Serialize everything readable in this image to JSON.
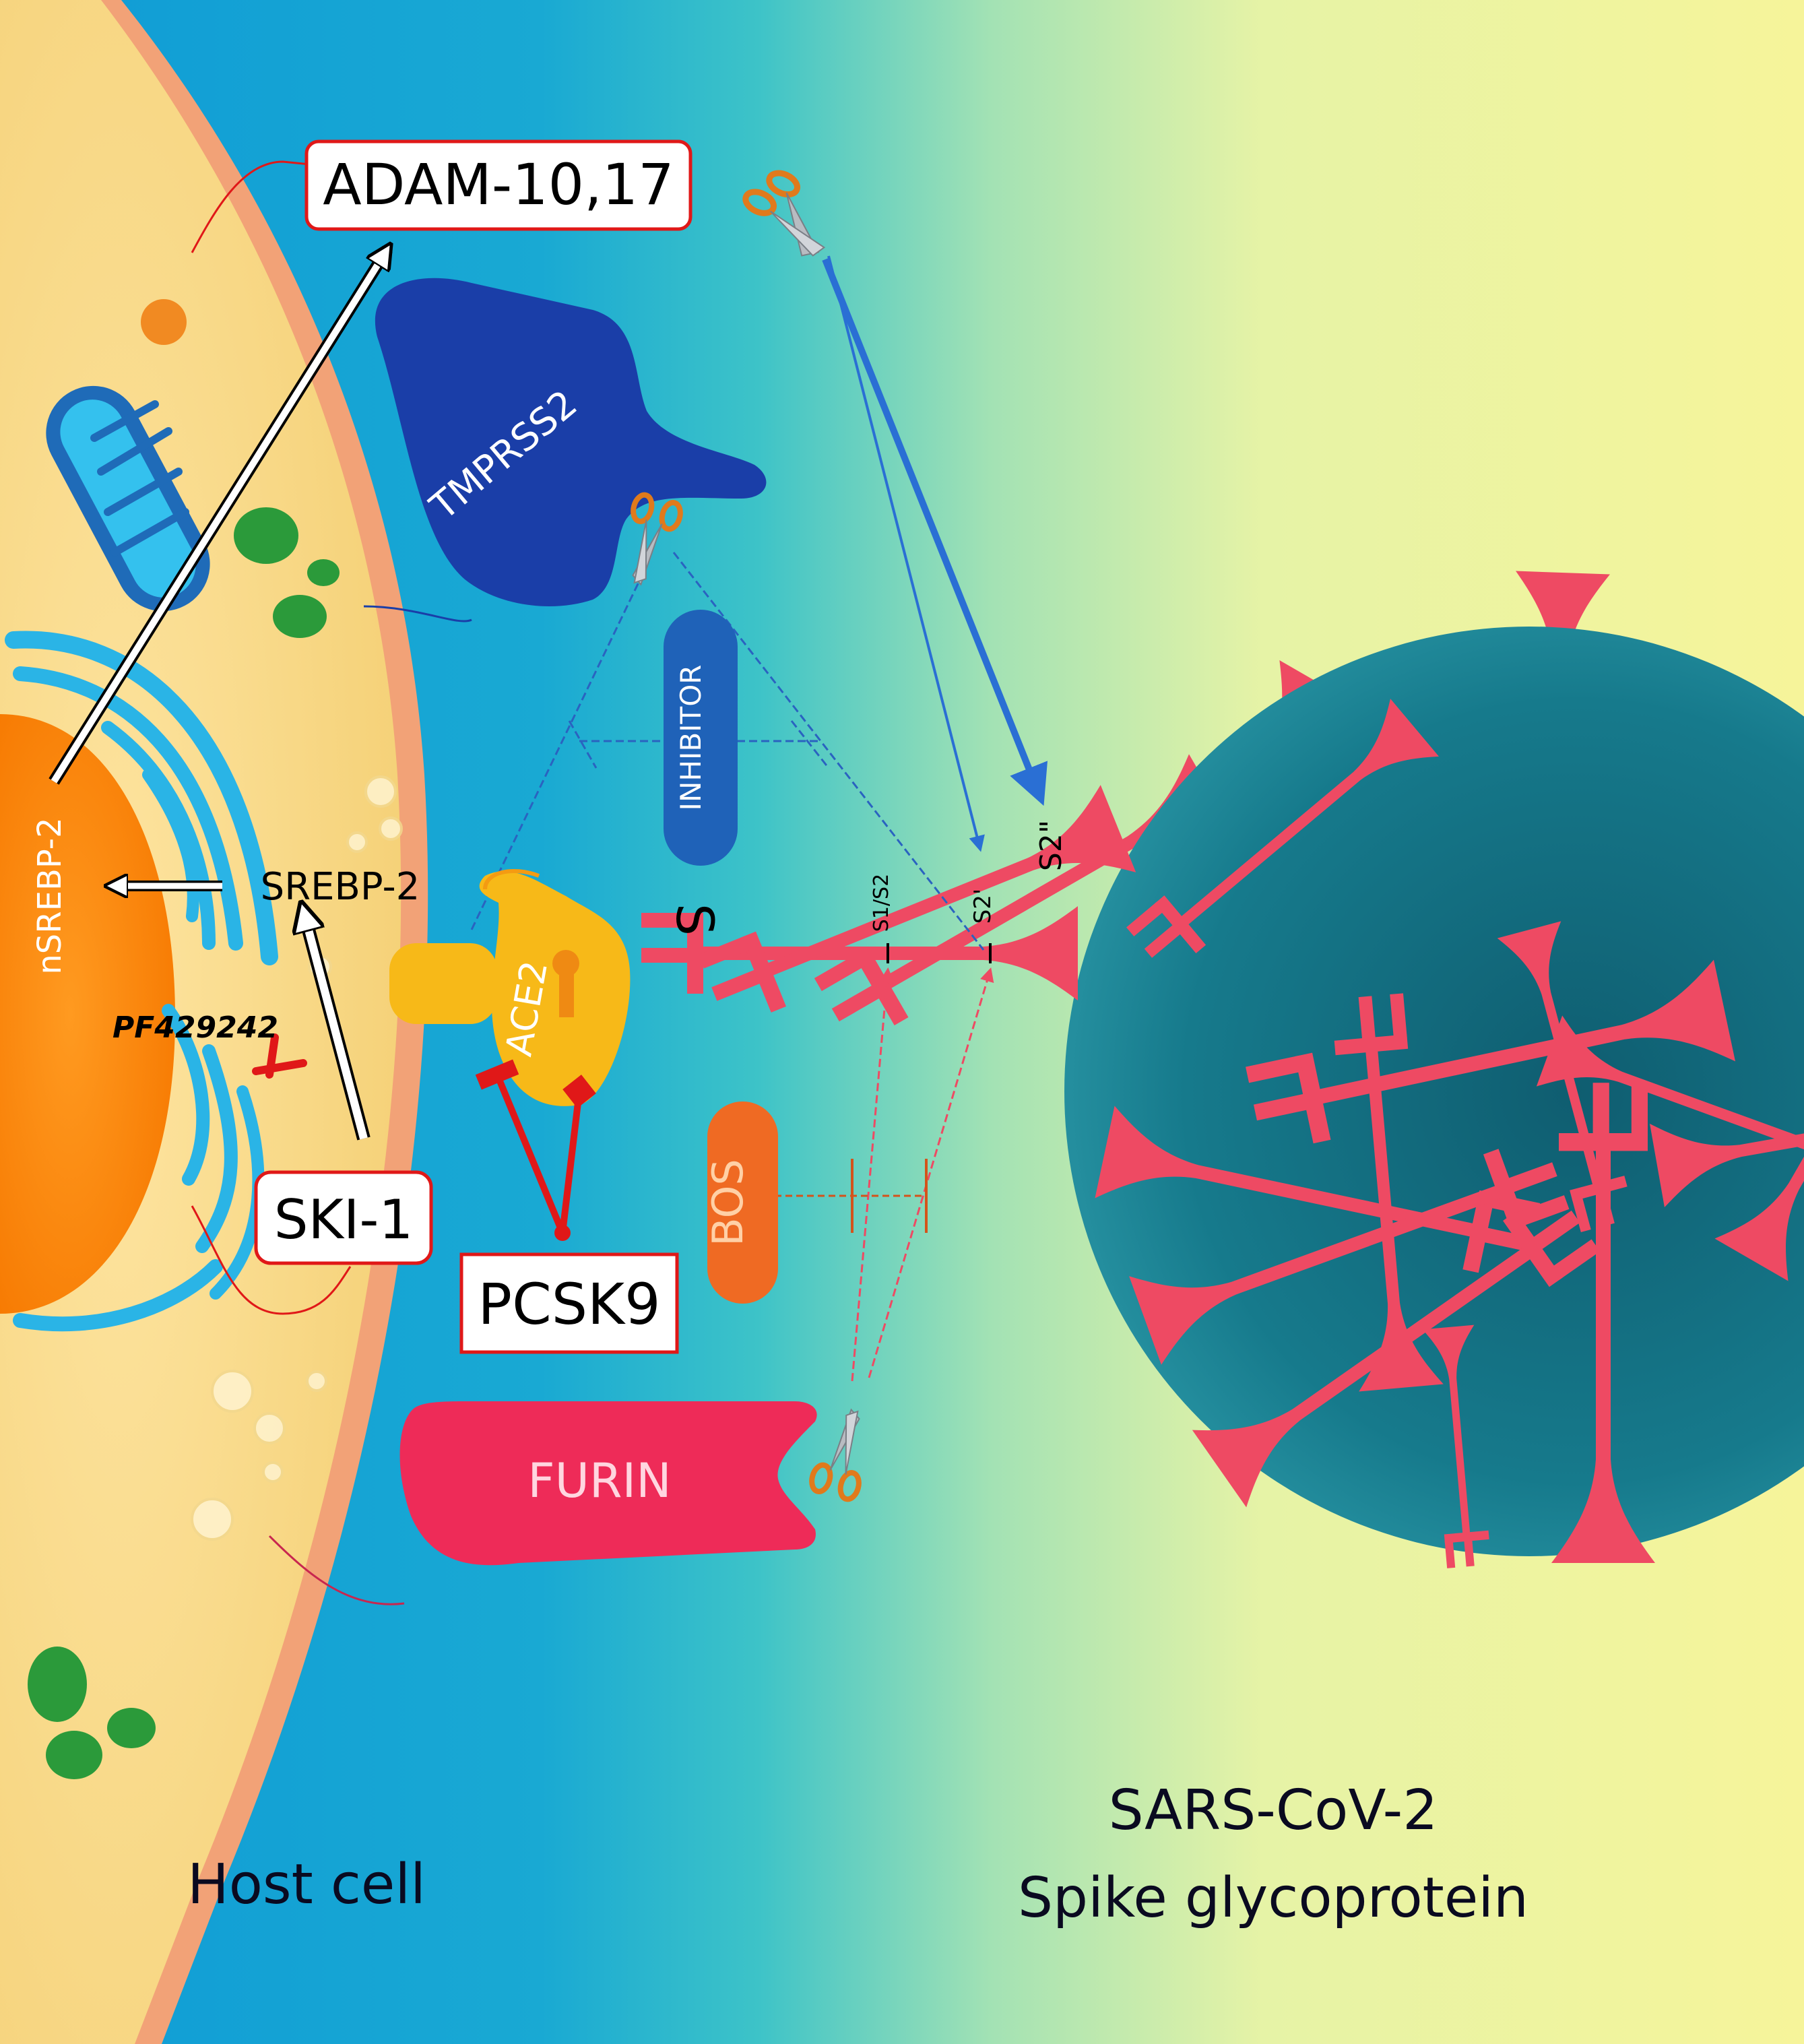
{
  "labels": {
    "adam": "ADAM-10,17",
    "tmprss2": "TMPRSS2",
    "inhibitor": "INHIBITOR",
    "nsrebp2": "nSREBP-2",
    "srebp2": "SREBP-2",
    "pf429242": "PF429242",
    "ace2": "ACE2",
    "s_mark": "S",
    "s1s2": "S1/S2",
    "s2prime": "S2'",
    "s2double": "S2\"",
    "bos": "BOS",
    "ski1": "SKI-1",
    "pcsk9": "PCSK9",
    "furin": "FURIN",
    "host_cell": "Host cell",
    "virus_line1": "SARS-CoV-2",
    "virus_line2": "Spike glycoprotein"
  },
  "colors": {
    "cell_fill": "#f7d98a",
    "cell_border": "#f2a277",
    "nucleus": "#ff8a10",
    "extracellular_blue": "#19a6d6",
    "background_yellow": "#f4f39a",
    "virus_body": "#177b8f",
    "spike": "#ee4a63",
    "tmprss2": "#1a3ea8",
    "inhibitor": "#1f62b8",
    "ace2": "#f7b918",
    "bos": "#ef6a23",
    "furin": "#ee2b58",
    "inhibition_red": "#e01818",
    "cleavage_arrow": "#2a6fd4"
  }
}
